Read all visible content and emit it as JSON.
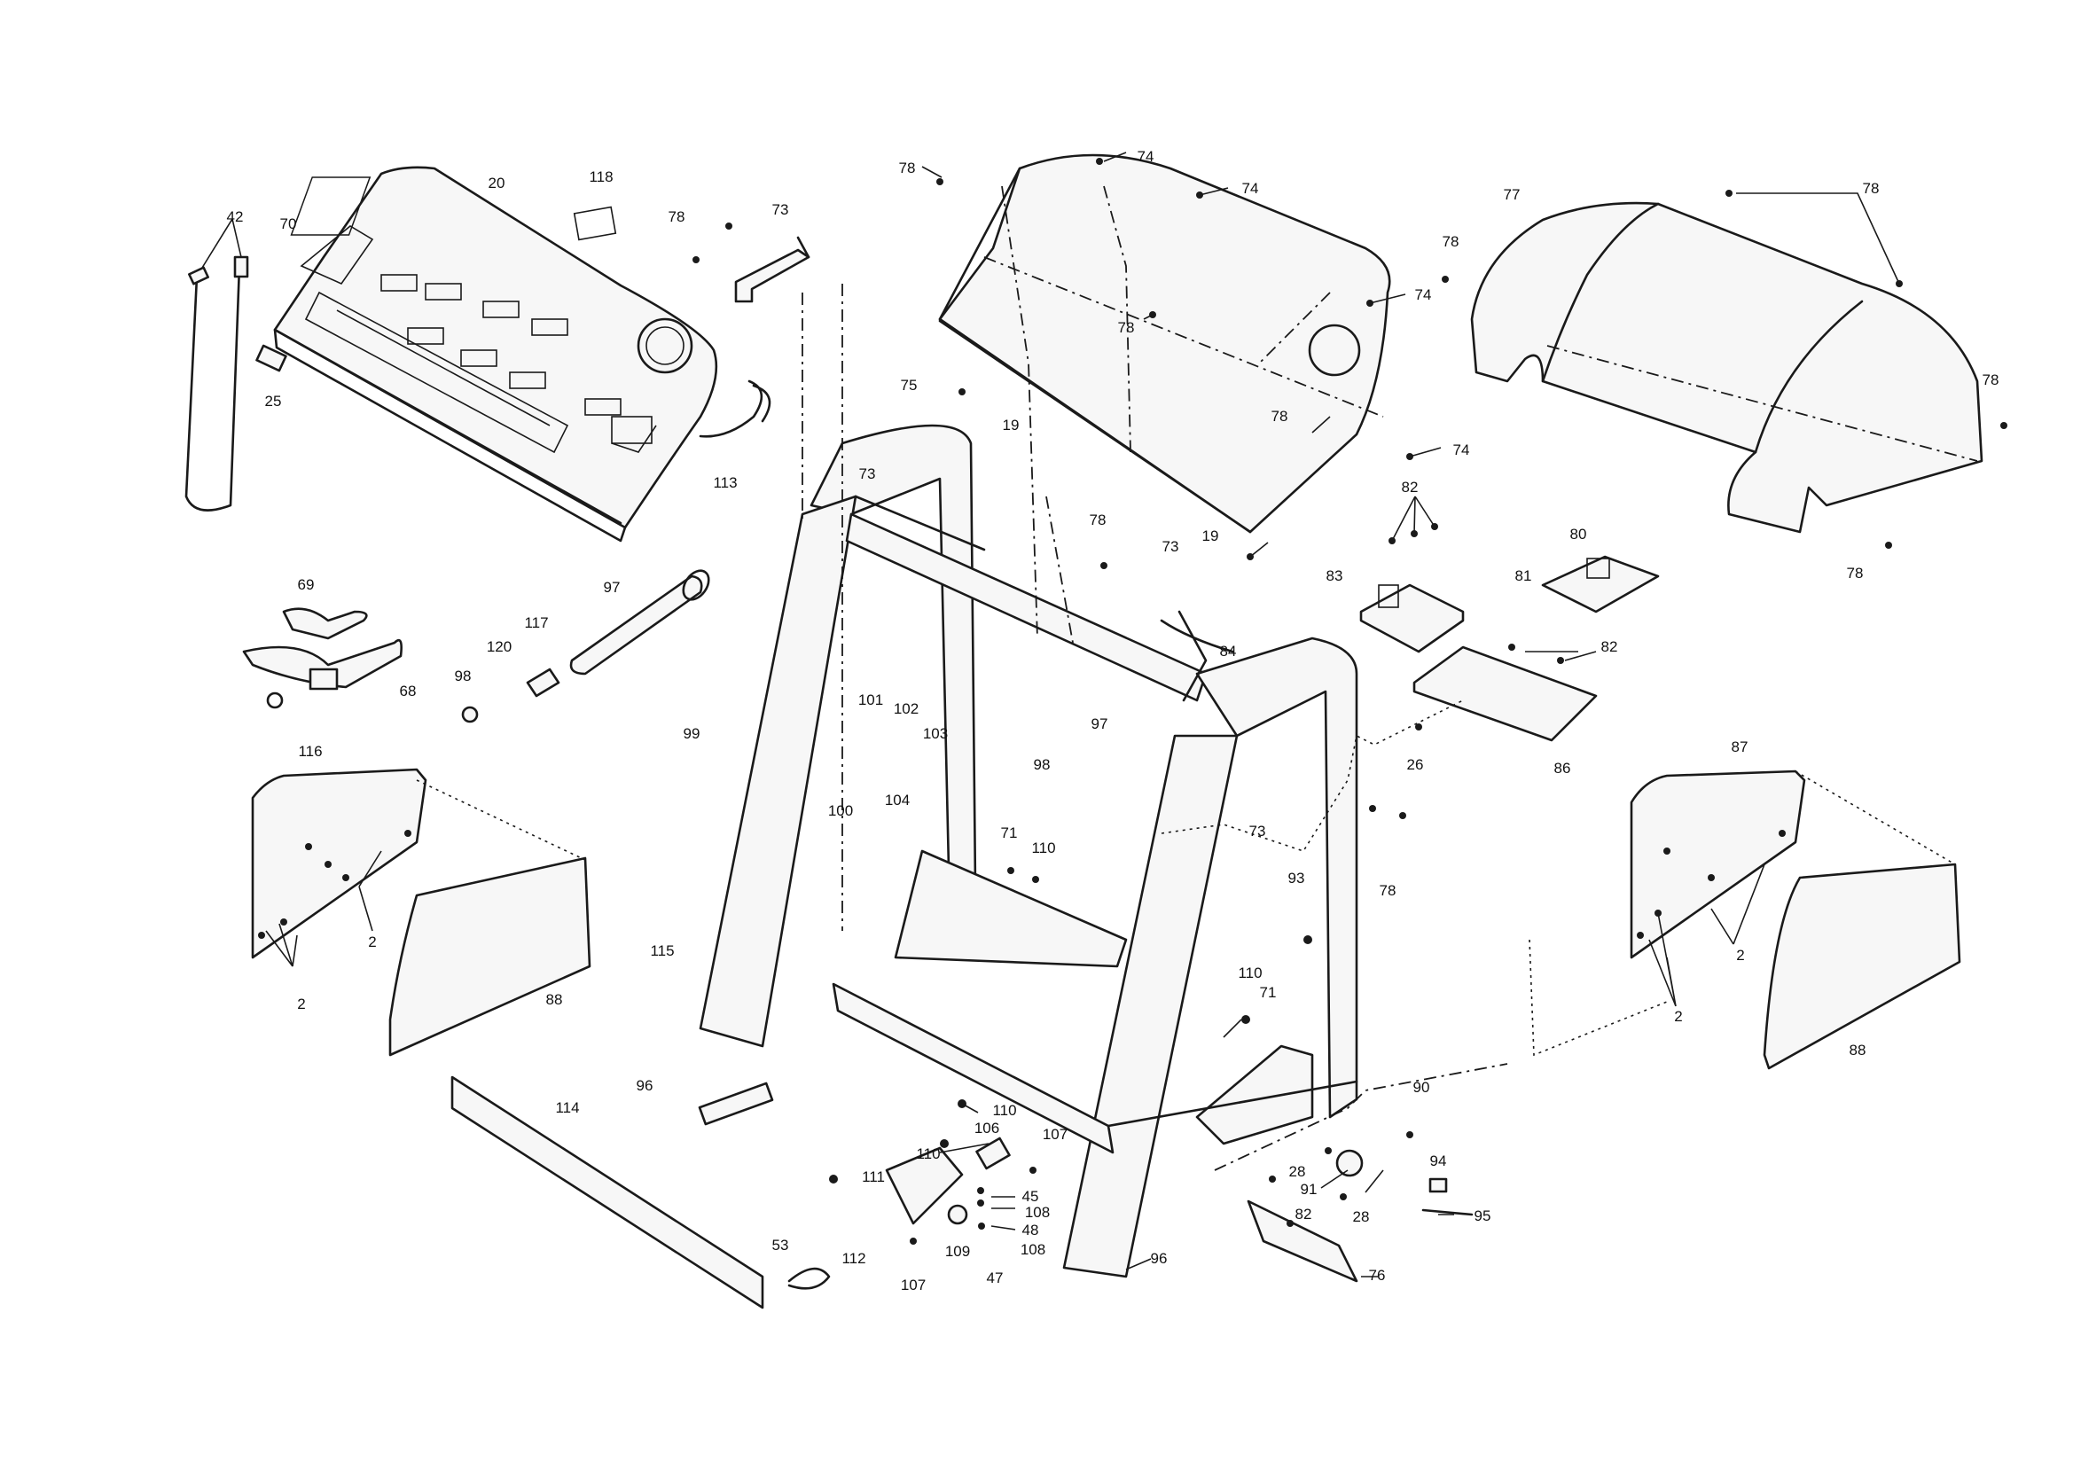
{
  "labels": {
    "l20": "20",
    "l118": "118",
    "l42": "42",
    "l70": "70",
    "l25": "25",
    "l113": "113",
    "l78a": "78",
    "l73a": "73",
    "l78b": "78",
    "l74a": "74",
    "l74b": "74",
    "l75": "75",
    "l19a": "19",
    "l78c": "78",
    "l74c": "74",
    "l78d": "78",
    "l74d": "74",
    "l19b": "19",
    "l77": "77",
    "l78e": "78",
    "l78f": "78",
    "l78g": "78",
    "l78h": "78",
    "l82a": "82",
    "l80": "80",
    "l83": "83",
    "l81": "81",
    "l82b": "82",
    "l86": "86",
    "l26": "26",
    "l69": "69",
    "l68": "68",
    "l97a": "97",
    "l117": "117",
    "l120": "120",
    "l98a": "98",
    "l73b": "73",
    "l78i": "78",
    "l73c": "73",
    "l84": "84",
    "l116": "116",
    "l99": "99",
    "l101": "101",
    "l102": "102",
    "l103": "103",
    "l104": "104",
    "l100": "100",
    "l97b": "97",
    "l98b": "98",
    "l73d": "73",
    "l78j": "78",
    "l71a": "71",
    "l110a": "110",
    "l87": "87",
    "l2a": "2",
    "l2b": "2",
    "l88a": "88",
    "l115": "115",
    "l93": "93",
    "l110b": "110",
    "l71b": "71",
    "l2c": "2",
    "l2d": "2",
    "l88b": "88",
    "l96a": "96",
    "l110c": "110",
    "l114": "114",
    "l90": "90",
    "l110d": "110",
    "l106": "106",
    "l107a": "107",
    "l111": "111",
    "l45": "45",
    "l108a": "108",
    "l48": "48",
    "l108b": "108",
    "l28a": "28",
    "l91": "91",
    "l28b": "28",
    "l94": "94",
    "l95": "95",
    "l82c": "82",
    "l53": "53",
    "l112": "112",
    "l109": "109",
    "l107b": "107",
    "l47": "47",
    "l96b": "96",
    "l76": "76"
  }
}
